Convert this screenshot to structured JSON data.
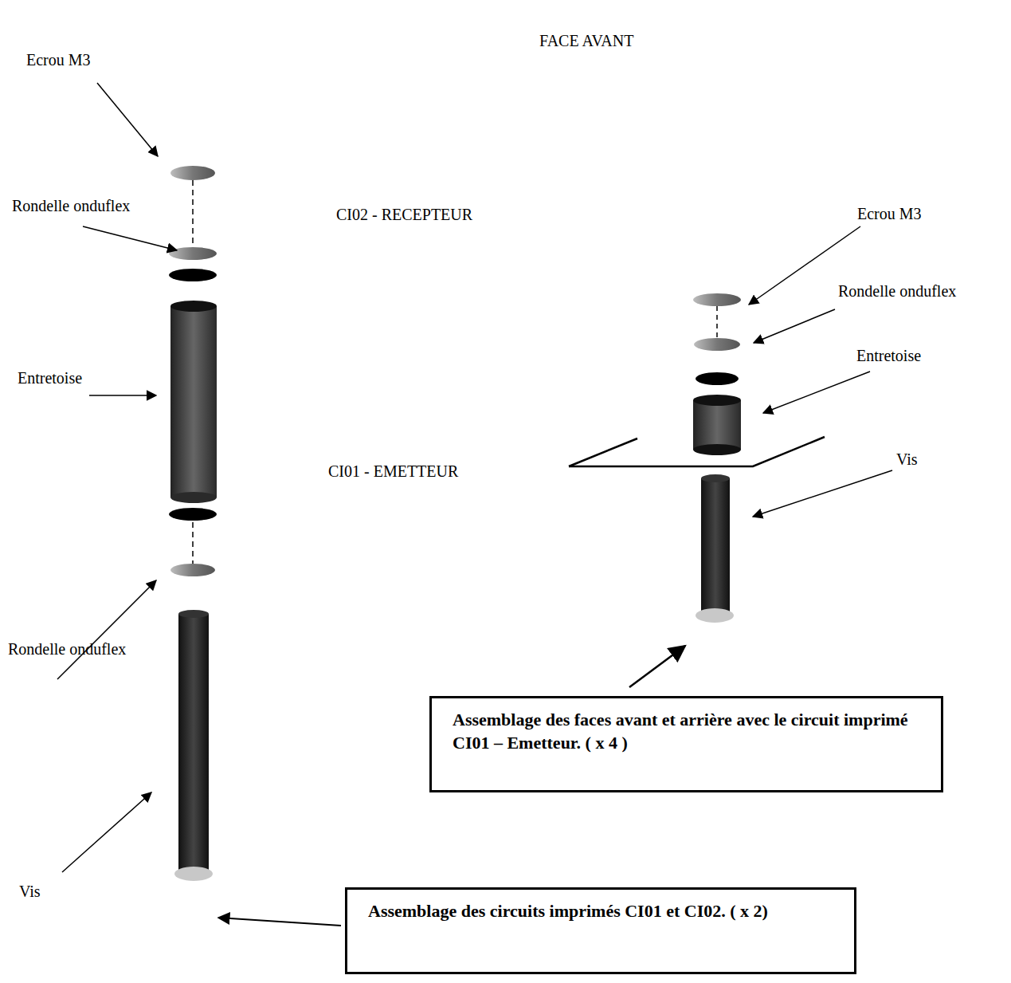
{
  "diagram": {
    "nodes": [
      {
        "text": [
          "FACE AVANT"
        ]
      },
      {
        "text": [
          "CI02 - RECEPTEUR"
        ]
      },
      {
        "text": [
          "CI01 - EMETTEUR"
        ]
      },
      {
        "text": [
          "Assemblage des faces avant et arrière avec le circuit imprimé CI01 – Emetteur. ( x 4 )"
        ]
      },
      {
        "text": [
          "Assemblage des circuits imprimés CI01 et CI02. ( x 2)"
        ]
      }
    ],
    "labels": [
      "Ecrou M3",
      "Rondelle onduflex",
      "Entretoise",
      "Rondelle onduflex",
      "Vis",
      "Ecrou M3",
      "Rondelle onduflex",
      "Entretoise",
      "Vis"
    ]
  }
}
